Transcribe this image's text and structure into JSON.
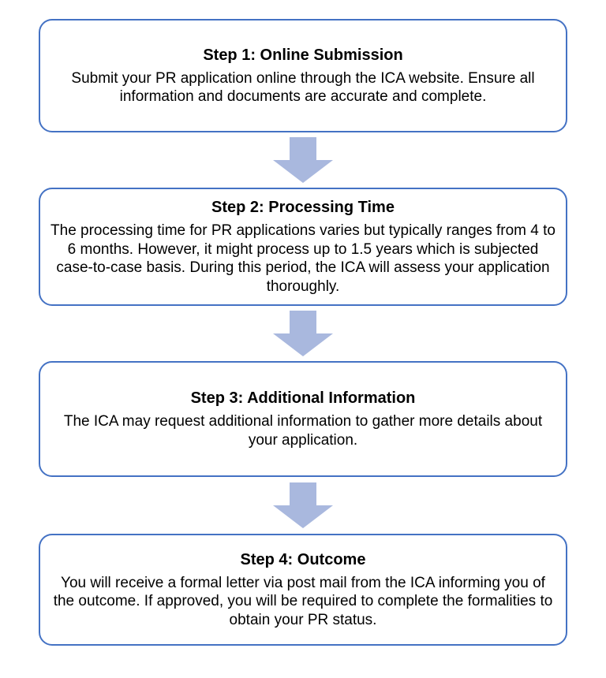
{
  "diagram": {
    "type": "flowchart",
    "colors": {
      "box_border": "#4472c4",
      "box_fill": "#ffffff",
      "arrow_fill": "#a9b8de",
      "text": "#000000",
      "background": "#ffffff"
    },
    "arrow": {
      "name": "down-arrow-icon",
      "direction": "down",
      "count": 3
    },
    "steps": [
      {
        "title": "Step 1: Online Submission",
        "body": "Submit your PR application online through the ICA website. Ensure all information and documents are accurate and complete."
      },
      {
        "title": "Step 2: Processing Time",
        "body": "The processing time for PR applications varies but typically ranges from 4 to 6 months. However, it might process up to 1.5 years which is subjected case-to-case basis. During this period, the ICA will assess your application thoroughly."
      },
      {
        "title": "Step 3: Additional Information",
        "body": "The ICA may request additional information to gather more details about your application."
      },
      {
        "title": "Step 4: Outcome",
        "body": "You will receive a formal letter via post mail from the ICA informing you of the outcome. If approved, you will be required to complete the formalities to obtain your PR status."
      }
    ]
  }
}
